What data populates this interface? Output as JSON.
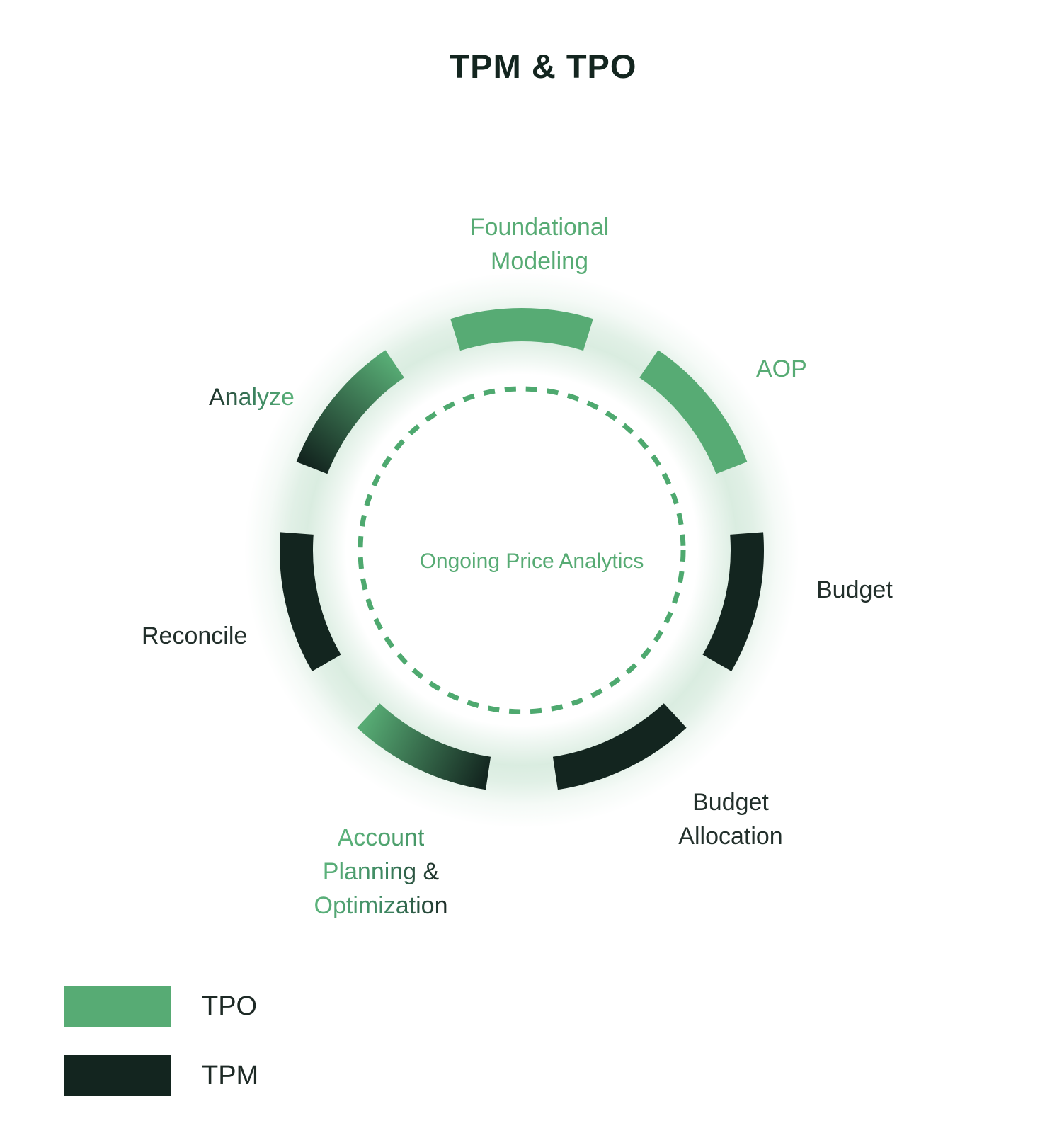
{
  "title": "TPM & TPO",
  "colors": {
    "tpo": "#57ab74",
    "tpm": "#13251f",
    "glow": "#57ab74",
    "dash": "#4ea96f",
    "text_dark": "#222f2b"
  },
  "diagram": {
    "center_label": "Ongoing Price Analytics",
    "span_deg": 34.3,
    "segments": [
      {
        "id": "foundational-modeling",
        "lines": [
          "Foundational",
          "Modeling"
        ],
        "type": "tpo",
        "fill": [
          "tpo"
        ],
        "angle_deg": 0
      },
      {
        "id": "aop",
        "lines": [
          "AOP"
        ],
        "type": "tpo",
        "fill": [
          "tpo"
        ],
        "angle_deg": 51.43
      },
      {
        "id": "budget",
        "lines": [
          "Budget"
        ],
        "type": "tpm",
        "fill": [
          "tpm"
        ],
        "angle_deg": 102.86
      },
      {
        "id": "budget-allocation",
        "lines": [
          "Budget",
          "Allocation"
        ],
        "type": "tpm",
        "fill": [
          "tpm"
        ],
        "angle_deg": 154.29
      },
      {
        "id": "account-planning-optimization",
        "lines": [
          "Account",
          "Planning &",
          "Optimization"
        ],
        "type": "tpo-to-tpm",
        "fill": [
          "tpm",
          "tpo"
        ],
        "angle_deg": 205.71
      },
      {
        "id": "reconcile",
        "lines": [
          "Reconcile"
        ],
        "type": "tpm",
        "fill": [
          "tpm"
        ],
        "angle_deg": 257.14
      },
      {
        "id": "analyze",
        "lines": [
          "Analyze"
        ],
        "type": "tpm-to-tpo",
        "fill": [
          "tpm",
          "tpo"
        ],
        "angle_deg": 308.57
      }
    ]
  },
  "legend": {
    "items": [
      {
        "label": "TPO",
        "type": "tpo"
      },
      {
        "label": "TPM",
        "type": "tpm"
      }
    ]
  }
}
